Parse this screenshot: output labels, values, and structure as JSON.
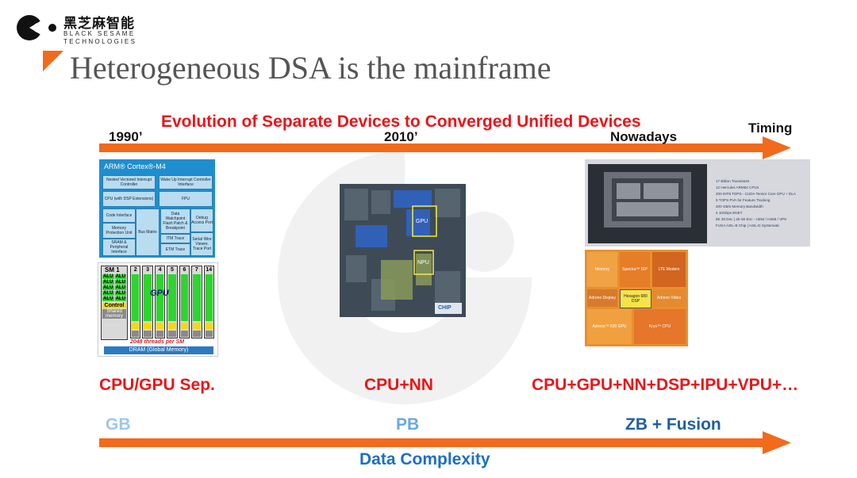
{
  "logo": {
    "cn": "黑芝麻智能",
    "en_line1": "BLACK SESAME",
    "en_line2": "TECHNOLOGIES",
    "brand_color": "#111111"
  },
  "title": "Heterogeneous DSA is the mainframe",
  "subtitle": "Evolution of Separate Devices to Converged Unified Devices",
  "timeline": {
    "label_1990": "1990’",
    "label_2010": "2010’",
    "label_now": "Nowadays",
    "axis_label": "Timing",
    "arrow_color": "#f26a1b"
  },
  "panels": {
    "arm": {
      "title": "ARM® Cortex®-M4",
      "boxes": [
        "Nested Vectored Interrupt Controller",
        "Wake Up Interrupt Controller Interface",
        "CPU (with DSP Extensions)",
        "FPU",
        "Code Interface",
        "Bus Matrix",
        "Data Watchpoint Flash Patch & Breakpoint",
        "Debug Access Port",
        "Memory Protection Unit",
        "ITM Trace",
        "Serial Wire Viewer, Trace Port",
        "SRAM & Peripheral Interface",
        "ETM Trace"
      ]
    },
    "gpu": {
      "sm1": "SM 1",
      "alu": "ALU",
      "gpu_label": "GPU",
      "control": "Control",
      "shared": "Shared memory",
      "sm_numbers": [
        "2",
        "3",
        "4",
        "5",
        "6",
        "7",
        "14"
      ],
      "threads": "2048 threads per SM",
      "dram": "DRAM (Global Memory)"
    },
    "die": {
      "gpu": "GPU",
      "npu": "NPU",
      "brand": "CHIP"
    },
    "nano": {
      "specs": [
        "17 Billion Transistors",
        "12 Hercules ARM64 CPUs",
        "200 INT8 TOPS - CUDA Tensor Core GPU + DLA",
        "5 TOPS PVA for Feature Tracking",
        "200 GB/s Memory Bandwidth",
        "4 10Gbps ENET",
        "8K 30 Dec | 4K 60 Enc - H264 / H265 / VP9",
        "FUSA ASIL-B Chip | ASIL-D Systematic"
      ]
    },
    "snapdragon": {
      "blocks": [
        "Memory",
        "Spectra™ ISP",
        "LTE Modem",
        "Adreno Display",
        "Hexagon 680 DSP",
        "Adreno Video",
        "Adreno™ 530 GPU",
        "Kryo™ CPU"
      ]
    }
  },
  "categories": {
    "c1": "CPU/GPU Sep.",
    "c2": "CPU+NN",
    "c3": "CPU+GPU+NN+DSP+IPU+VPU+…",
    "color": "#e8161a"
  },
  "memory": {
    "m1": "GB",
    "m2": "PB",
    "m3": "ZB + Fusion",
    "c1": "#9ec7ea",
    "c2": "#6aa9e0",
    "c3": "#1f5fa0"
  },
  "bottom_label": "Data Complexity"
}
